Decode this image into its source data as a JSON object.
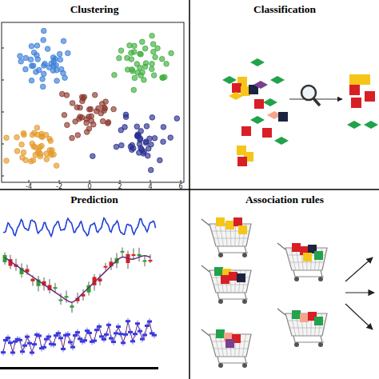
{
  "diagram": {
    "nodes": [
      {
        "text": [
          "Clustering"
        ]
      },
      {
        "text": [
          "Classification"
        ]
      },
      {
        "text": [
          "Prediction"
        ]
      },
      {
        "text": [
          "Association rules"
        ]
      }
    ],
    "labels": [
      "-4",
      "-2",
      "0",
      "2",
      "4",
      "6"
    ]
  }
}
